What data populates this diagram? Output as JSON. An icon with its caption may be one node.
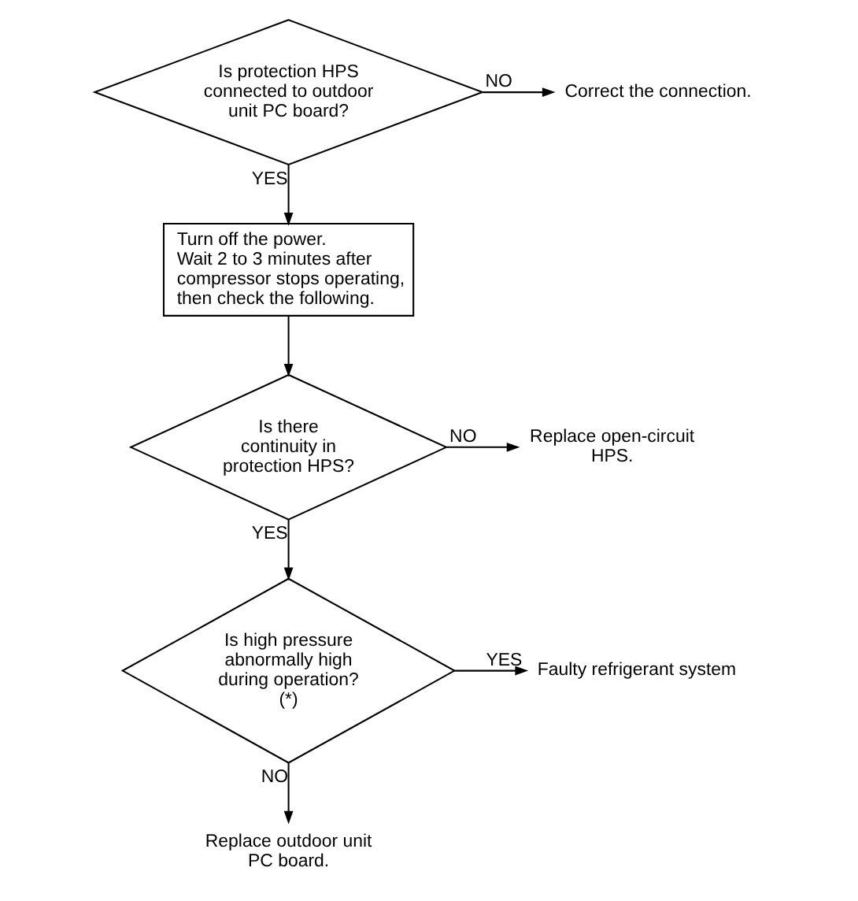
{
  "diagram": {
    "nodes": [
      {
        "text": [
          "Is protection HPS connected to outdoor unit PC board?"
        ]
      },
      {
        "text": [
          "Correct the connection."
        ]
      },
      {
        "text": [
          "Turn off the power.",
          "Wait 2 to 3 minutes after compressor stops operating, then check the following."
        ]
      },
      {
        "text": [
          "Is there continuity in protection HPS?"
        ]
      },
      {
        "text": [
          "Replace open-circuit HPS."
        ]
      },
      {
        "text": [
          "Is high pressure abnormally high during operation?",
          "(*)"
        ]
      },
      {
        "text": [
          "Faulty refrigerant system"
        ]
      },
      {
        "text": [
          "Replace outdoor unit PC board."
        ]
      }
    ],
    "edges": [
      {
        "from": 0,
        "to": 1,
        "arrow": "to",
        "label": "NO"
      },
      {
        "from": 0,
        "to": 2,
        "arrow": "to",
        "label": "YES"
      },
      {
        "from": 2,
        "to": 3,
        "arrow": "to"
      },
      {
        "from": 3,
        "to": 4,
        "arrow": "to",
        "label": "NO"
      },
      {
        "from": 3,
        "to": 5,
        "arrow": "to",
        "label": "YES"
      },
      {
        "from": 5,
        "to": 6,
        "arrow": "to",
        "label": "YES"
      },
      {
        "from": 5,
        "to": 7,
        "arrow": "to",
        "label": "NO"
      }
    ]
  }
}
